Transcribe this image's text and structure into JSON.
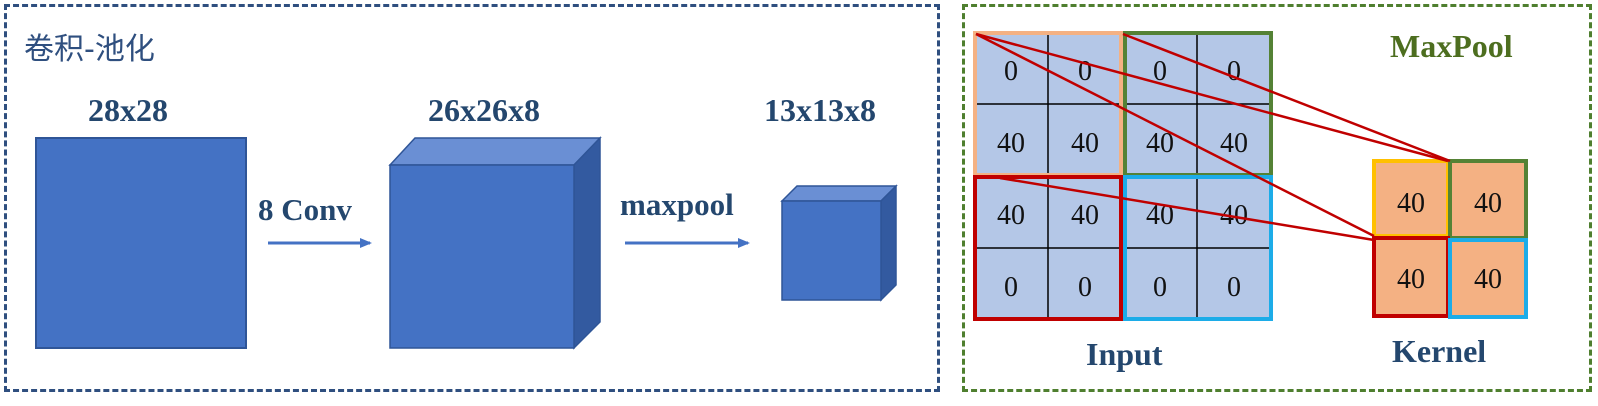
{
  "left": {
    "title": "卷积-池化",
    "input_size": "28x28",
    "conv_size": "26x26x8",
    "pool_size": "13x13x8",
    "conv_op": "8 Conv",
    "pool_op": "maxpool"
  },
  "right": {
    "title": "MaxPool",
    "input_label": "Input",
    "kernel_label": "Kernel",
    "input_grid": [
      [
        "0",
        "0",
        "0",
        "0"
      ],
      [
        "40",
        "40",
        "40",
        "40"
      ],
      [
        "40",
        "40",
        "40",
        "40"
      ],
      [
        "0",
        "0",
        "0",
        "0"
      ]
    ],
    "output_grid": [
      [
        "40",
        "40"
      ],
      [
        "40",
        "40"
      ]
    ]
  },
  "colors": {
    "cube_front": "#4472c4",
    "cube_top": "#6a8fd4",
    "cube_side": "#335aa0",
    "cell_fill": "#b4c7e7",
    "kernel_fill": "#f4b183",
    "q_orange": "#f4b183",
    "q_green": "#548235",
    "q_red": "#c00000",
    "q_cyan": "#1cace8",
    "k_yellow": "#ffc000"
  }
}
